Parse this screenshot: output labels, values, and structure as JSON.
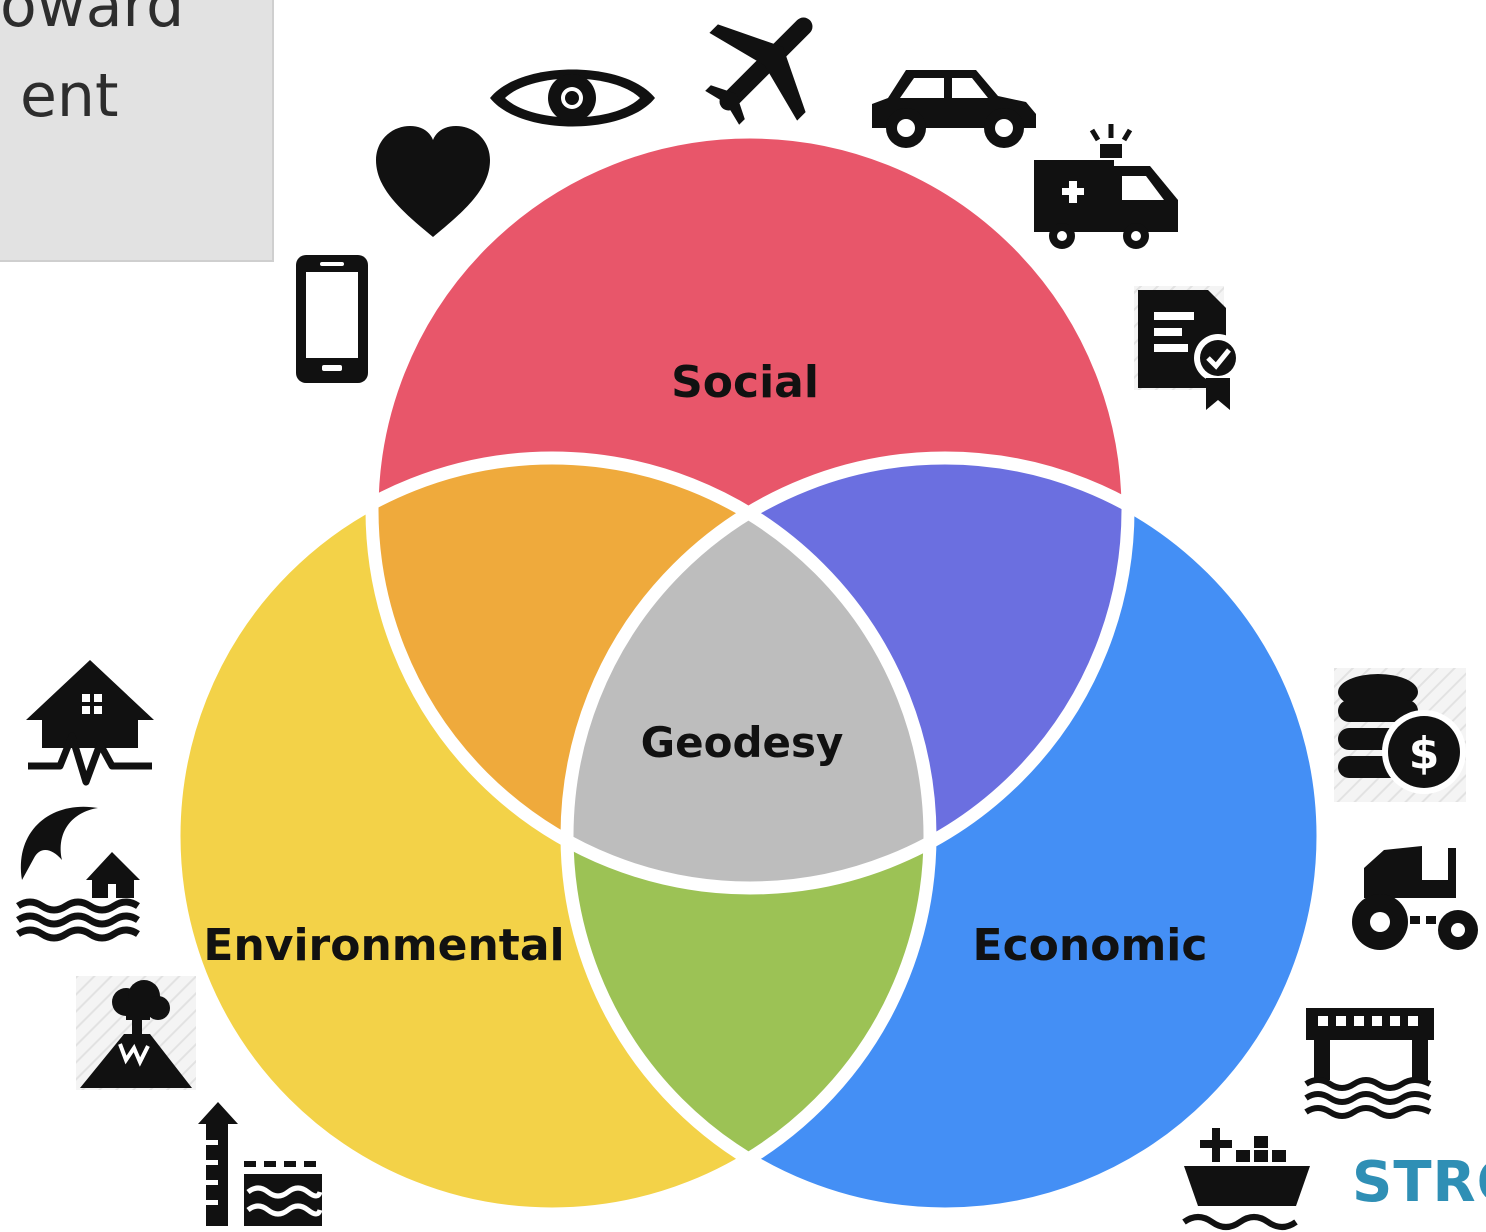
{
  "header_box": {
    "line1": "oward",
    "line2": "ent"
  },
  "venn": {
    "sets": [
      {
        "label": "Social",
        "color": "#e8566a"
      },
      {
        "label": "Environmental",
        "color": "#f3d248"
      },
      {
        "label": "Economic",
        "color": "#448ff5"
      }
    ],
    "intersections": {
      "social_environmental": "#efaa3c",
      "social_economic": "#6b6fe0",
      "environmental_economic": "#9cc255",
      "center": "#bdbdbd"
    },
    "center_label": "Geodesy",
    "outline_color": "#ffffff"
  },
  "icons": {
    "social": [
      "smartphone-icon",
      "heart-icon",
      "eye-icon",
      "airplane-icon",
      "car-icon",
      "ambulance-icon",
      "certificate-icon"
    ],
    "environmental": [
      "earthquake-house-icon",
      "tsunami-house-icon",
      "volcano-icon",
      "sea-level-gauge-icon"
    ],
    "economic": [
      "coins-dollar-icon",
      "tractor-icon",
      "bridge-icon",
      "cargo-ship-icon"
    ]
  },
  "brand_text": "STRO"
}
